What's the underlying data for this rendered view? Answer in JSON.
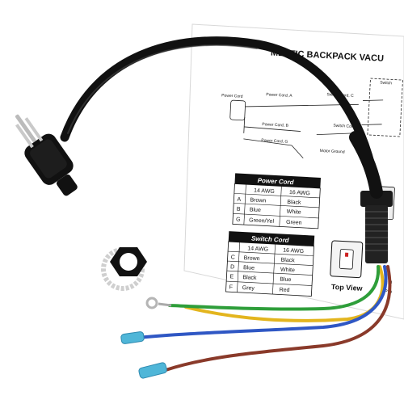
{
  "sheet": {
    "title": "MESTIC BACKPACK VACU",
    "diagram": {
      "power_cord_label": "Power Cord",
      "switch_label": "Switch",
      "wire_a": "Power Cord, A",
      "wire_b": "Power Cord, B",
      "wire_g": "Power Cord, G",
      "switch_c": "Switch Cord, C",
      "switch_d": "Switch Cord, D",
      "motor_ground": "Motor Ground"
    },
    "power_table": {
      "title": "Power Cord",
      "headers": [
        "",
        "14 AWG",
        "16 AWG"
      ],
      "rows": [
        [
          "A",
          "Brown",
          "Black"
        ],
        [
          "B",
          "Blue",
          "White"
        ],
        [
          "G",
          "Green/Yel",
          "Green"
        ]
      ]
    },
    "switch_table": {
      "title": "Switch Cord",
      "headers": [
        "",
        "14 AWG",
        "16 AWG"
      ],
      "rows": [
        [
          "C",
          "Brown",
          "Black"
        ],
        [
          "D",
          "Blue",
          "White"
        ],
        [
          "E",
          "Black",
          "Blue"
        ],
        [
          "F",
          "Grey",
          "Red"
        ]
      ]
    },
    "top_view_label": "Top View",
    "side_fragment_1": "ut U",
    "side_fragment_2": "Pro"
  },
  "colors": {
    "cord": "#111111",
    "wire_green": "#2e9e3a",
    "wire_blue": "#2f57c4",
    "wire_yellow": "#e3b51e",
    "wire_brown": "#8a3a2a",
    "terminal": "#4fb6d8",
    "plug_prong": "#c9c9c9"
  }
}
